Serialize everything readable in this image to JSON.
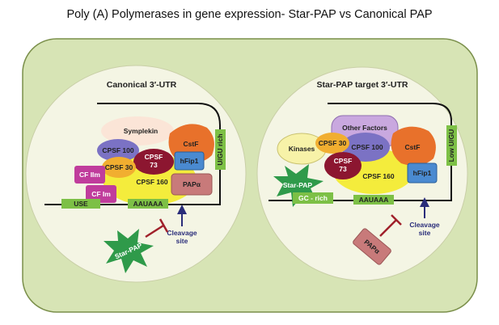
{
  "title": "Poly (A) Polymerases in gene expression- Star-PAP vs Canonical PAP",
  "panels": {
    "canonical": {
      "title": "Canonical 3′-UTR",
      "labels": {
        "symplekin": "Symplekin",
        "cstf": "CstF",
        "cpsf100": "CPSF 100",
        "cpsf73_a": "CPSF",
        "cpsf73_b": "73",
        "cpsf30": "CPSF 30",
        "cpsf160": "CPSF 160",
        "hfip1": "hFip1",
        "papa": "PAPα",
        "cfiim": "CF IIm",
        "cfim": "CF Im",
        "use": "USE",
        "aauaaa": "AAUAAA",
        "ugu": "U/GU rich",
        "cleavage_a": "Cleavage",
        "cleavage_b": "site",
        "starpap": "Star-PAP"
      }
    },
    "starpap": {
      "title": "Star-PAP target 3′-UTR",
      "labels": {
        "other_a": "Other Factors",
        "cstf": "CstF",
        "kinases": "Kinases",
        "cpsf30": "CPSF 30",
        "cpsf100": "CPSF 100",
        "cpsf73_a": "CPSF",
        "cpsf73_b": "73",
        "cpsf160": "CPSF 160",
        "hfip1": "hFip1",
        "starpap": "Star-PAP",
        "gc": "GC - rich",
        "aauaaa": "AAUAAA",
        "lowugu": "Low U/GU",
        "cleavage_a": "Cleavage",
        "cleavage_b": "site",
        "papa": "PAPα"
      }
    }
  },
  "colors": {
    "outer_bg": "#d7e4b5",
    "outer_border": "#7a8f4a",
    "circle_bg": "#f4f5e4",
    "yellow": "#f4ec3c",
    "green": "#7dc046",
    "orange": "#e8712b",
    "purple": "#7b72c4",
    "maroon": "#8c1630",
    "blue": "#4a8ad0",
    "pink": "#c03c9c",
    "rose": "#c87a7a",
    "lavender": "#c9a8df",
    "star": "#2f9a4a",
    "inhibit": "#a0202a",
    "arrow": "#2a2d7a"
  }
}
